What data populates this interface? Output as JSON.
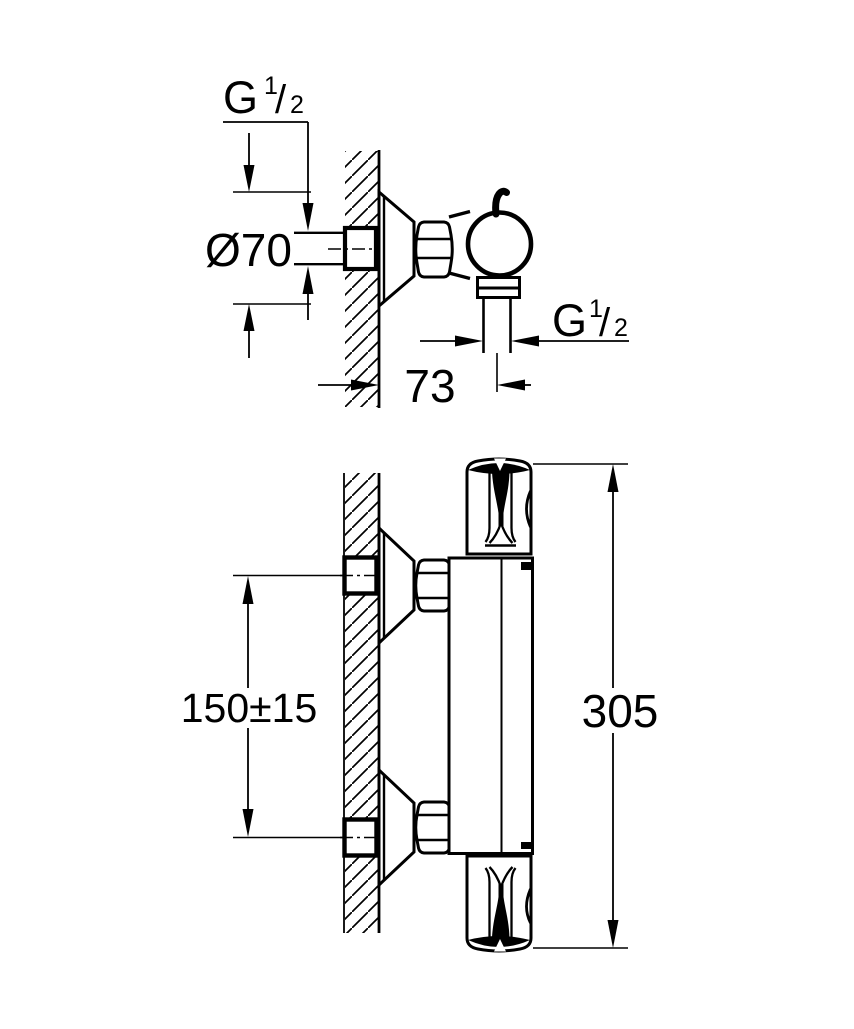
{
  "background": "#ffffff",
  "ink": "#000000",
  "side_view": {
    "labels": {
      "wall_thread": {
        "text": "G 1/2",
        "prefix": "G",
        "numerator": "1",
        "slash": "/",
        "denominator": "2"
      },
      "flange_diameter": "Ø70",
      "outlet_thread": {
        "text": "G 1/2",
        "prefix": "G",
        "numerator": "1",
        "slash": "/",
        "denominator": "2"
      },
      "wall_to_outlet_depth": "73"
    }
  },
  "front_view": {
    "labels": {
      "connection_spacing": "150±15",
      "overall_height": "305"
    }
  }
}
